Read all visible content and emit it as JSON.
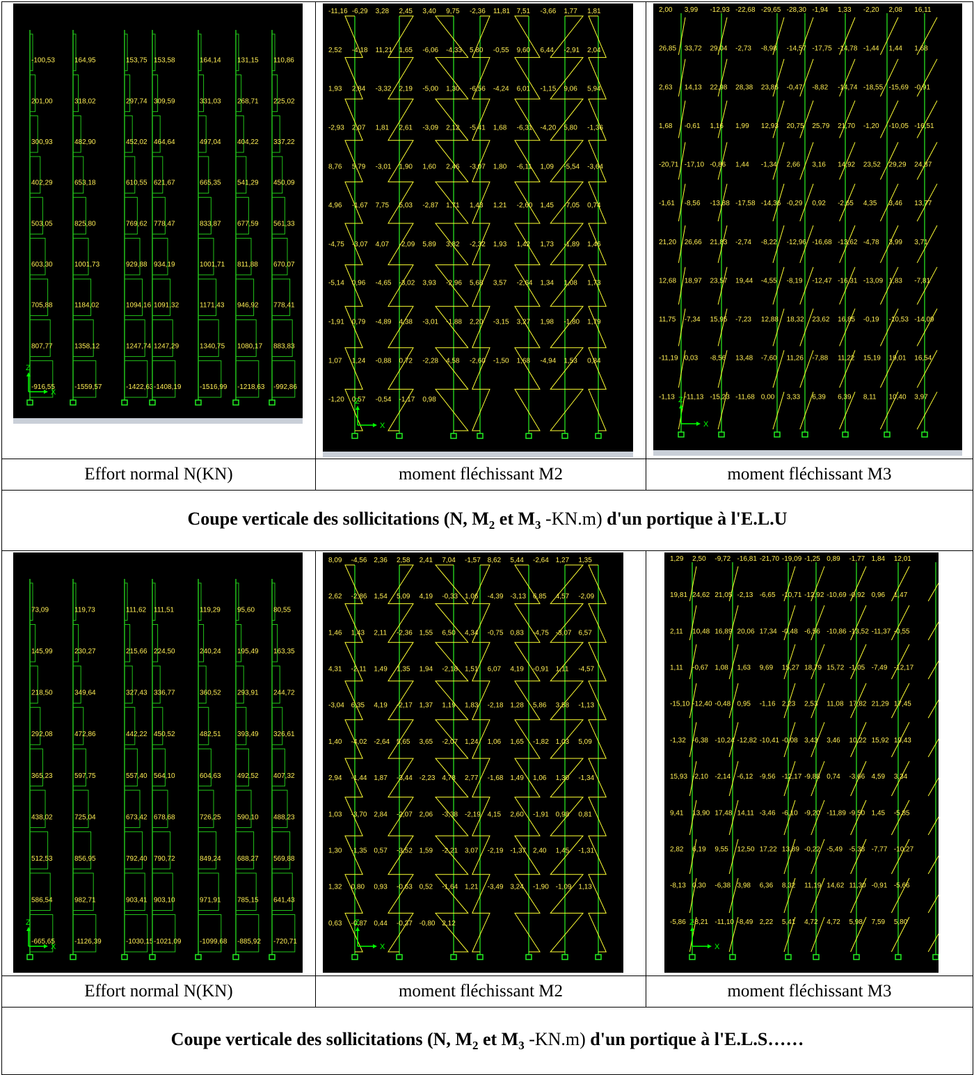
{
  "colors": {
    "frame": "#22c41a",
    "diagram": "#ffff33",
    "label": "#ffee55",
    "axis": "#00ff00",
    "support": "#22ee22",
    "background": "#000000"
  },
  "caption_elu": {
    "pre": "Coupe verticale des sollicitations (N, M",
    "sub1": "2",
    "mid": "  et M",
    "sub2": "3",
    "unit": " -KN.m)",
    "post": " d'un portique à l'E.L.U"
  },
  "caption_els": {
    "pre": "Coupe verticale des sollicitations (N, M",
    "sub1": "2",
    "mid": "  et M",
    "sub2": "3",
    "unit": " -KN.m)",
    "post": " d'un portique à l'E.L.S……"
  },
  "labels": {
    "n": "Effort normal N(KN)",
    "m2": "moment fléchissant M2",
    "m3": "moment fléchissant M3"
  },
  "axis": {
    "z": "Z",
    "x": "X"
  },
  "elu": {
    "n": [
      "-100,53",
      "164,95",
      "153,75",
      "153,58",
      "164,14",
      "131,15",
      "110,86",
      "201,00",
      "318,02",
      "297,74",
      "309,59",
      "331,03",
      "268,71",
      "225,02",
      "300,93",
      "482,90",
      "452,02",
      "464,64",
      "497,04",
      "404,22",
      "337,22",
      "402,29",
      "653,18",
      "610,55",
      "621,67",
      "665,35",
      "541,29",
      "450,09",
      "503,05",
      "825,80",
      "769,62",
      "778,47",
      "833,87",
      "677,59",
      "561,33",
      "603,30",
      "1001,73",
      "929,88",
      "934,19",
      "1001,71",
      "811,88",
      "670,07",
      "705,88",
      "1184,02",
      "1094,16",
      "1091,32",
      "1171,43",
      "946,92",
      "778,41",
      "807,77",
      "1358,12",
      "1247,74",
      "1247,29",
      "1340,75",
      "1080,17",
      "883,83",
      "-916,55",
      "-1559,57",
      "-1422,63",
      "-1408,19",
      "-1516,99",
      "-1218,63",
      "-992,86"
    ],
    "m2": [
      "-11,16",
      "-6,29",
      "3,28",
      "2,45",
      "3,40",
      "9,75",
      "-2,36",
      "11,81",
      "7,51",
      "-3,66",
      "1,77",
      "1,81",
      "2,52",
      "-4,18",
      "11,21",
      "1,65",
      "-6,06",
      "-4,33",
      "5,80",
      "-0,55",
      "9,60",
      "6,44",
      "-2,91",
      "2,04",
      "1,93",
      "2,84",
      "-3,32",
      "2,19",
      "-5,00",
      "1,30",
      "-6,56",
      "-4,24",
      "6,01",
      "-1,15",
      "9,06",
      "5,94",
      "-2,93",
      "2,07",
      "1,81",
      "2,61",
      "-3,09",
      "2,12",
      "-5,41",
      "1,68",
      "-6,31",
      "-4,20",
      "5,80",
      "-1,36",
      "8,76",
      "5,79",
      "-3,01",
      "1,90",
      "1,60",
      "2,46",
      "-3,07",
      "1,80",
      "-6,11",
      "1,09",
      "-5,54",
      "-3,64",
      "4,96",
      "-1,67",
      "7,75",
      "5,03",
      "-2,87",
      "1,71",
      "1,43",
      "1,21",
      "-2,60",
      "1,45",
      "-7,05",
      "0,74",
      "-4,75",
      "-3,07",
      "4,07",
      "-2,09",
      "5,89",
      "3,82",
      "-2,32",
      "1,93",
      "1,42",
      "1,73",
      "-1,89",
      "1,46",
      "-5,14",
      "0,96",
      "-4,65",
      "-3,02",
      "3,93",
      "-2,96",
      "5,68",
      "3,57",
      "-2,64",
      "1,34",
      "1,08",
      "1,73",
      "-1,91",
      "0,79",
      "-4,89",
      "4,38",
      "-3,01",
      "-1,88",
      "2,20",
      "-3,15",
      "3,27",
      "1,98",
      "-1,80",
      "1,79",
      "1,07",
      "1,24",
      "-0,88",
      "0,72",
      "-2,28",
      "4,58",
      "-2,60",
      "-1,50",
      "1,68",
      "-4,94",
      "1,53",
      "0,84",
      "-1,20",
      "0,57",
      "-0,54",
      "-1,17",
      "0,98"
    ],
    "m3": [
      "2,00",
      "3,99",
      "-12,93",
      "-22,68",
      "-29,65",
      "-28,30",
      "-1,94",
      "1,33",
      "-2,20",
      "2,08",
      "16,11",
      "26,85",
      "33,72",
      "29,04",
      "-2,73",
      "-8,98",
      "-14,57",
      "-17,75",
      "-14,78",
      "-1,44",
      "1,44",
      "1,68",
      "2,63",
      "14,13",
      "22,98",
      "28,38",
      "23,86",
      "-0,47",
      "-8,82",
      "-14,74",
      "-18,55",
      "-15,69",
      "-0,91",
      "1,68",
      "-0,61",
      "1,16",
      "1,99",
      "12,93",
      "20,75",
      "25,79",
      "21,70",
      "-1,20",
      "-10,05",
      "-16,51",
      "-20,71",
      "-17,10",
      "-0,86",
      "1,44",
      "-1,34",
      "2,66",
      "3,16",
      "14,92",
      "23,52",
      "29,29",
      "24,87",
      "-1,61",
      "-8,56",
      "-13,88",
      "-17,58",
      "-14,36",
      "-0,29",
      "0,92",
      "-2,65",
      "4,35",
      "3,46",
      "13,77",
      "21,20",
      "26,66",
      "21,83",
      "-2,74",
      "-8,22",
      "-12,96",
      "-16,68",
      "-13,62",
      "-4,78",
      "3,99",
      "3,71",
      "12,68",
      "18,97",
      "23,57",
      "19,44",
      "-4,55",
      "-8,19",
      "-12,47",
      "-16,31",
      "-13,09",
      "1,83",
      "-7,81",
      "11,75",
      "-7,34",
      "15,95",
      "-7,23",
      "12,88",
      "18,32",
      "23,62",
      "16,85",
      "-0,19",
      "-10,53",
      "-14,09",
      "-11,19",
      "0,03",
      "-8,56",
      "13,48",
      "-7,60",
      "11,26",
      "-7,88",
      "11,22",
      "15,19",
      "19,01",
      "16,54",
      "-1,13",
      "-11,13",
      "-15,23",
      "-11,68",
      "0,00",
      "3,33",
      "6,39",
      "6,39",
      "8,11",
      "10,40",
      "3,97"
    ]
  },
  "els": {
    "n": [
      "73,09",
      "119,73",
      "111,62",
      "111,51",
      "119,29",
      "95,60",
      "80,55",
      "145,99",
      "230,27",
      "215,66",
      "224,50",
      "240,24",
      "195,49",
      "163,35",
      "218,50",
      "349,64",
      "327,43",
      "336,77",
      "360,52",
      "293,91",
      "244,72",
      "292,08",
      "472,86",
      "442,22",
      "450,52",
      "482,51",
      "393,49",
      "326,61",
      "365,23",
      "597,75",
      "557,40",
      "564,10",
      "604,63",
      "492,52",
      "407,32",
      "438,02",
      "725,04",
      "673,42",
      "678,68",
      "726,25",
      "590,10",
      "488,23",
      "512,53",
      "856,95",
      "792,40",
      "790,72",
      "849,24",
      "688,27",
      "569,88",
      "586,54",
      "982,71",
      "903,41",
      "903,10",
      "971,91",
      "785,15",
      "641,43",
      "-665,65",
      "-1126,39",
      "-1030,15",
      "-1021,09",
      "-1099,68",
      "-885,92",
      "-720,71"
    ],
    "m2": [
      "8,09",
      "-4,56",
      "2,36",
      "2,58",
      "2,41",
      "7,04",
      "-1,57",
      "8,62",
      "5,44",
      "-2,64",
      "1,27",
      "1,35",
      "2,62",
      "-2,86",
      "1,54",
      "5,09",
      "4,19",
      "-0,33",
      "1,06",
      "-4,39",
      "-3,13",
      "6,85",
      "4,57",
      "-2,09",
      "1,46",
      "1,43",
      "2,11",
      "-2,36",
      "1,55",
      "6,50",
      "4,34",
      "-0,75",
      "0,83",
      "-4,75",
      "-3,07",
      "6,57",
      "4,31",
      "-2,11",
      "1,49",
      "1,35",
      "1,94",
      "-2,18",
      "1,51",
      "6,07",
      "4,19",
      "-0,91",
      "1,11",
      "-4,57",
      "-3,04",
      "6,35",
      "4,19",
      "-2,17",
      "1,37",
      "1,19",
      "1,83",
      "-2,18",
      "1,28",
      "5,86",
      "3,58",
      "-1,13",
      "1,40",
      "-4,02",
      "-2,64",
      "5,65",
      "3,65",
      "-2,07",
      "1,24",
      "1,06",
      "1,65",
      "-1,82",
      "1,03",
      "5,09",
      "2,94",
      "-1,44",
      "1,87",
      "-3,44",
      "-2,23",
      "4,78",
      "2,77",
      "-1,68",
      "1,49",
      "1,06",
      "1,30",
      "-1,34",
      "1,03",
      "-3,70",
      "2,84",
      "-2,07",
      "2,06",
      "-3,38",
      "-2,19",
      "4,15",
      "2,60",
      "-1,91",
      "0,98",
      "0,81",
      "1,30",
      "-1,35",
      "0,57",
      "-3,52",
      "1,59",
      "-2,21",
      "3,07",
      "-2,19",
      "-1,37",
      "2,40",
      "1,45",
      "-1,31",
      "1,32",
      "0,80",
      "0,93",
      "-0,63",
      "0,52",
      "-1,64",
      "1,21",
      "-3,49",
      "3,24",
      "-1,90",
      "-1,09",
      "1,13",
      "0,63",
      "-0,87",
      "0,44",
      "-0,37",
      "-0,80",
      "2,12"
    ],
    "m3": [
      "1,29",
      "2,50",
      "-9,72",
      "-16,81",
      "-21,70",
      "-19,09",
      "-1,25",
      "0,89",
      "-1,77",
      "1,84",
      "12,01",
      "19,81",
      "24,62",
      "21,05",
      "-2,13",
      "-6,65",
      "-10,71",
      "-12,92",
      "-10,69",
      "-0,92",
      "0,96",
      "1,47",
      "2,11",
      "10,48",
      "16,89",
      "20,06",
      "17,34",
      "-0,48",
      "-6,56",
      "-10,86",
      "-13,52",
      "-11,37",
      "-0,55",
      "1,11",
      "-0,67",
      "1,08",
      "1,63",
      "9,69",
      "15,27",
      "18,79",
      "15,72",
      "-1,05",
      "-7,49",
      "-12,17",
      "-15,10",
      "-12,40",
      "-0,48",
      "0,95",
      "-1,16",
      "2,23",
      "2,53",
      "11,08",
      "17,82",
      "21,29",
      "17,45",
      "-1,32",
      "-6,38",
      "-10,24",
      "-12,82",
      "-10,41",
      "-0,08",
      "3,43",
      "3,46",
      "10,22",
      "15,92",
      "19,43",
      "15,93",
      "-2,10",
      "-2,14",
      "-6,12",
      "-9,56",
      "-12,17",
      "-9,88",
      "0,74",
      "-3,66",
      "4,59",
      "3,34",
      "9,41",
      "13,90",
      "17,48",
      "14,11",
      "-3,46",
      "-6,10",
      "-9,20",
      "-11,89",
      "-9,50",
      "1,45",
      "-5,85",
      "2,82",
      "6,19",
      "9,55",
      "12,50",
      "17,22",
      "13,89",
      "-0,22",
      "-5,49",
      "-5,38",
      "-7,77",
      "-10,27",
      "-8,13",
      "0,30",
      "-6,38",
      "3,98",
      "6,36",
      "8,32",
      "11,19",
      "14,62",
      "11,30",
      "-0,91",
      "-5,66",
      "-5,86",
      "-8,21",
      "-11,10",
      "-8,49",
      "2,22",
      "5,41",
      "4,72",
      "4,72",
      "5,98",
      "7,59",
      "5,80"
    ]
  }
}
